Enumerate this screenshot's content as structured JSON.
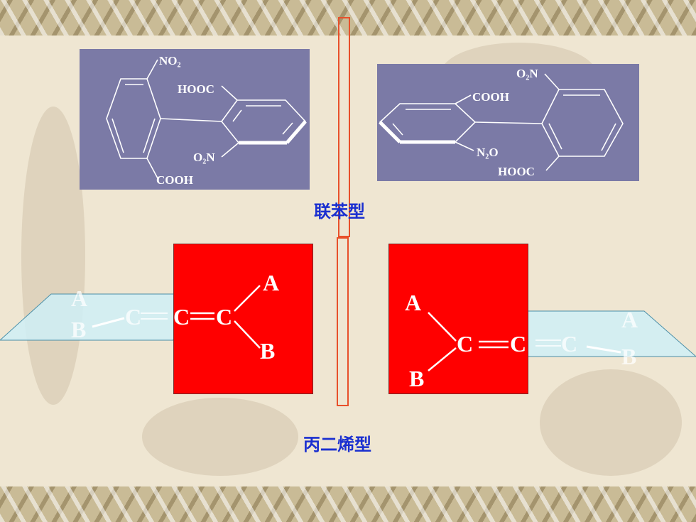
{
  "biphenyl": {
    "caption": "联苯型",
    "left": {
      "no2": "NO₂",
      "hooc": "HOOC",
      "o2n": "O₂N",
      "cooh": "COOH"
    },
    "right": {
      "o2n": "O₂N",
      "cooh": "COOH",
      "n2o": "N₂O",
      "hooc": "HOOC"
    }
  },
  "allene": {
    "caption": "丙二烯型",
    "left": {
      "ghost_a": "A",
      "ghost_b": "B",
      "ghost_c": "C",
      "c_mid": "C",
      "c_right": "C",
      "a": "A",
      "b": "B"
    },
    "right": {
      "a": "A",
      "b": "B",
      "c_left": "C",
      "c_mid": "C",
      "ghost_c": "C",
      "ghost_a": "A",
      "ghost_b": "B"
    }
  },
  "colors": {
    "panel": "#7b7aa6",
    "red_box": "#ff0000",
    "plane": "#cfeef7",
    "caption": "#1a2fd0",
    "divider": "#e8502a"
  }
}
